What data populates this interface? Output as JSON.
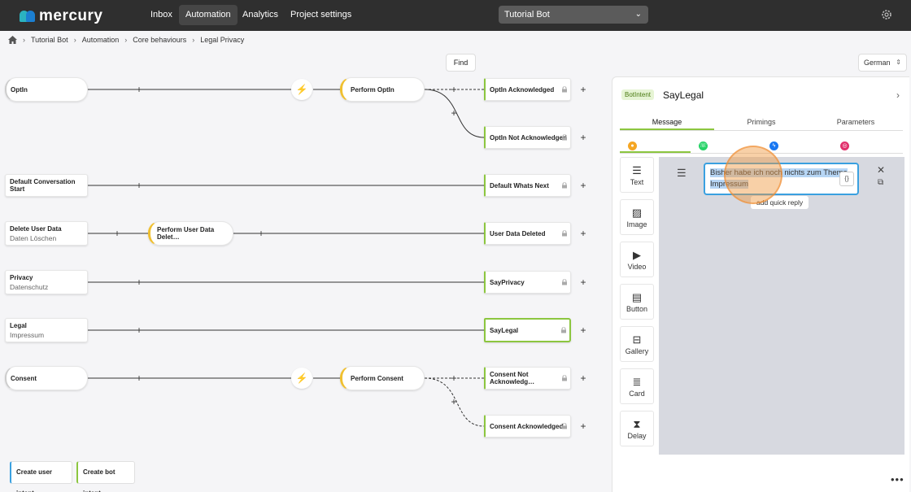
{
  "nav": {
    "brand": "mercury",
    "items": [
      "Inbox",
      "Automation",
      "Analytics",
      "Project settings"
    ],
    "active": "Automation",
    "bot_select": "Tutorial Bot"
  },
  "breadcrumb": [
    "Tutorial Bot",
    "Automation",
    "Core behaviours",
    "Legal Privacy"
  ],
  "toolbar": {
    "find": "Find",
    "language": "German"
  },
  "flow": {
    "user_intents": [
      {
        "title": "OptIn",
        "sub": ""
      },
      {
        "title": "Default Conversation Start",
        "sub": ""
      },
      {
        "title": "Delete User Data",
        "sub": "Daten Löschen"
      },
      {
        "title": "Privacy",
        "sub": "Datenschutz"
      },
      {
        "title": "Legal",
        "sub": "Impressum"
      },
      {
        "title": "Consent",
        "sub": ""
      }
    ],
    "actions": [
      "Perform OptIn",
      "Perform User Data Delet…",
      "Perform Consent"
    ],
    "bot_intents": [
      "OptIn Acknowledged",
      "OptIn Not Acknowledged",
      "Default Whats Next",
      "User Data Deleted",
      "SayPrivacy",
      "SayLegal",
      "Consent Not Acknowledg…",
      "Consent Acknowledged"
    ],
    "plus": "+"
  },
  "create": {
    "user": "Create user intent",
    "bot": "Create bot intent"
  },
  "panel": {
    "badge": "BotIntent",
    "title": "SayLegal",
    "tabs": [
      "Message",
      "Primings",
      "Parameters"
    ],
    "active_tab": "Message",
    "channels": [
      {
        "name": "chat-icon",
        "color": "#f5a623"
      },
      {
        "name": "whatsapp-icon",
        "color": "#25d366"
      },
      {
        "name": "messenger-icon",
        "color": "#1877f2"
      },
      {
        "name": "instagram-icon",
        "color": "#e1306c"
      }
    ],
    "tools": [
      "Text",
      "Image",
      "Video",
      "Button",
      "Gallery",
      "Card",
      "Delay"
    ],
    "message_text": "Bisher habe ich noch nichts zum Thema Impressum",
    "var_button": "{}",
    "quick_reply": "add quick reply"
  },
  "colors": {
    "topbar": "#2f2f2f",
    "bot_accent": "#8cc63f",
    "user_accent": "#3aa0e0",
    "action_accent": "#f0c030"
  }
}
